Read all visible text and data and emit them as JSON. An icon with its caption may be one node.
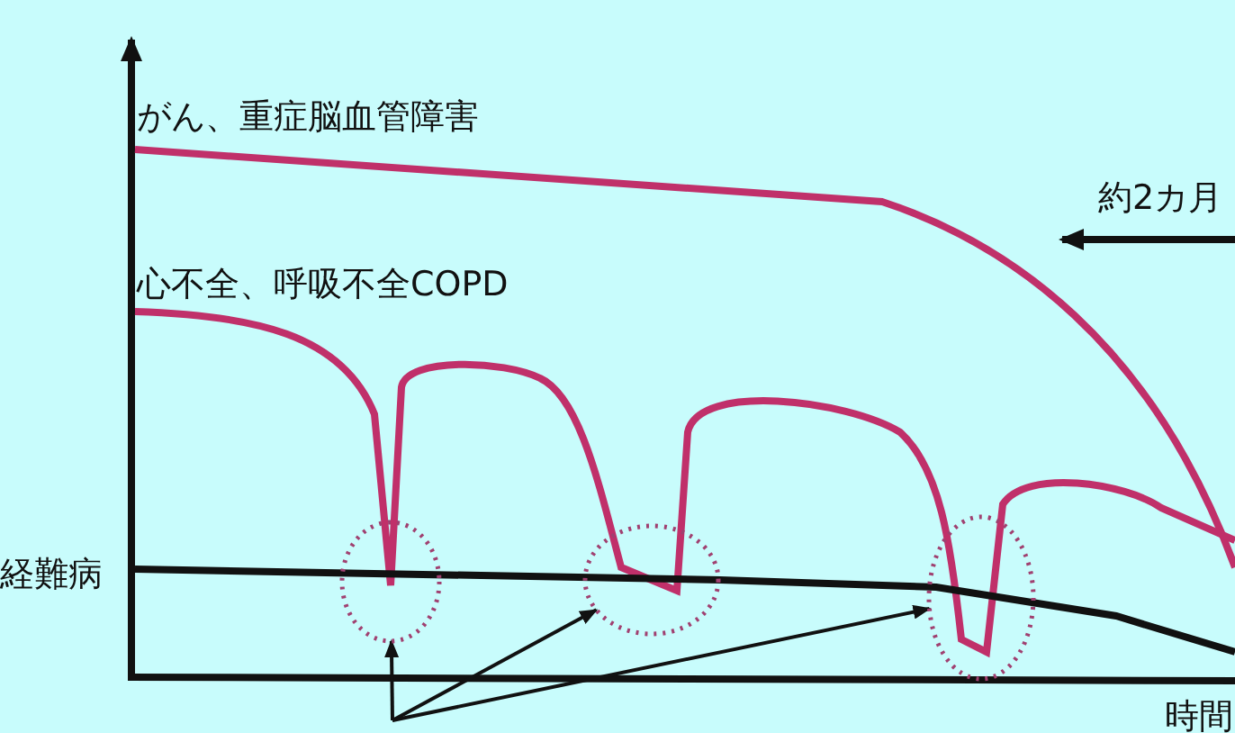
{
  "diagram": {
    "nodes": [
      {
        "text": [],
        "shape": "circle"
      },
      {
        "text": [],
        "shape": "circle"
      },
      {
        "text": [],
        "shape": "circle"
      }
    ],
    "edges": [
      {
        "from": null,
        "to": 0,
        "arrow": "to"
      },
      {
        "from": null,
        "to": 1,
        "arrow": "to"
      },
      {
        "from": null,
        "to": 2,
        "arrow": "to"
      }
    ],
    "labels": [
      "がん、重症脳血管障害",
      "約2カ月",
      "心不全、呼吸不全COPD",
      "経難病",
      "時間"
    ]
  }
}
